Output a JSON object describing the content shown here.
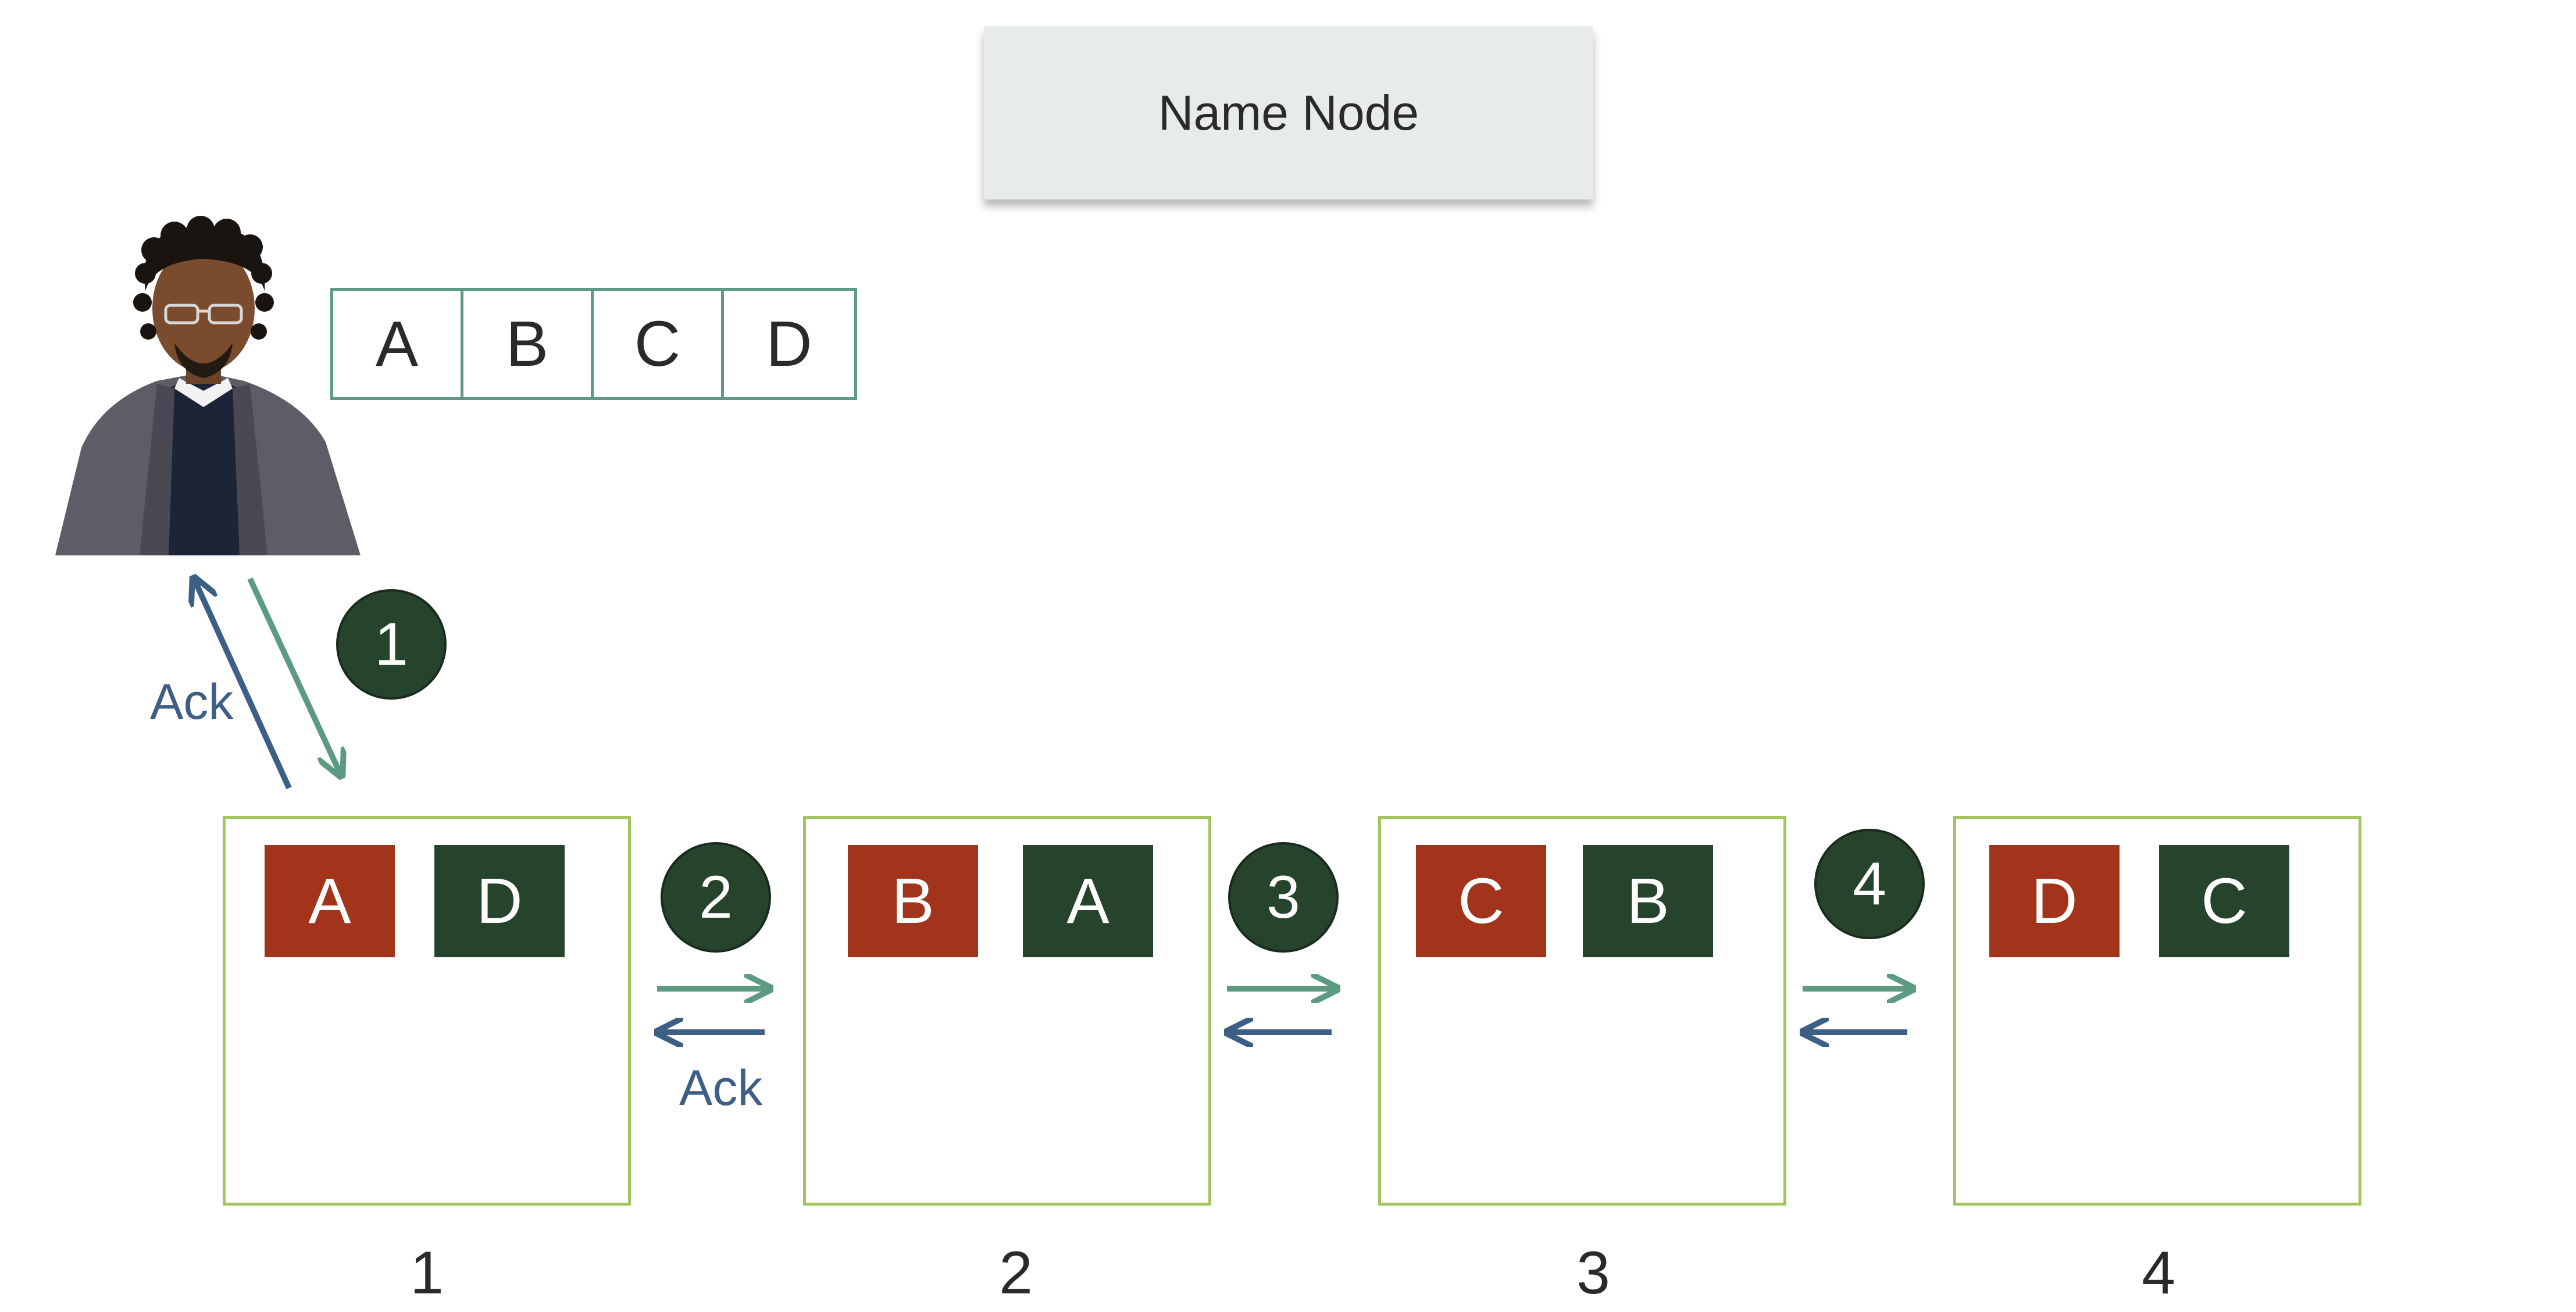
{
  "name_node": {
    "label": "Name Node"
  },
  "file_blocks": [
    "A",
    "B",
    "C",
    "D"
  ],
  "data_nodes": [
    {
      "label": "1",
      "primary": "A",
      "replica": "D"
    },
    {
      "label": "2",
      "primary": "B",
      "replica": "A"
    },
    {
      "label": "3",
      "primary": "C",
      "replica": "B"
    },
    {
      "label": "4",
      "primary": "D",
      "replica": "C"
    }
  ],
  "steps": [
    "1",
    "2",
    "3",
    "4"
  ],
  "ack_labels": {
    "client": "Ack",
    "pipeline": "Ack"
  },
  "colors": {
    "forward_arrow": "#5d9a82",
    "ack_arrow": "#3d5f86",
    "primary_block": "#a3341c",
    "replica_block": "#26432c",
    "node_border": "#a3c560",
    "step_circle": "#26432c"
  }
}
